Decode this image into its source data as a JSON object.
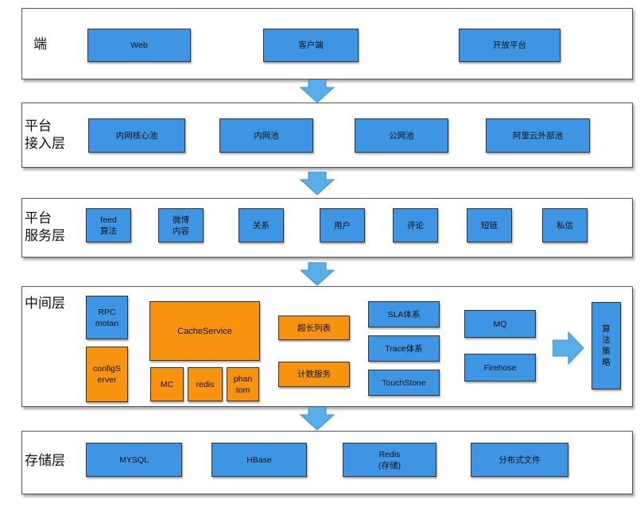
{
  "layers": [
    {
      "title": "端",
      "items": [
        "Web",
        "客户端",
        "开放平台"
      ]
    },
    {
      "title": "平台\n接入层",
      "items": [
        "内网核心池",
        "内网池",
        "公网池",
        "阿里云外部池"
      ]
    },
    {
      "title": "平台\n服务层",
      "items": [
        "feed\n算法",
        "微博\n内容",
        "关系",
        "用户",
        "评论",
        "短链",
        "私信"
      ]
    },
    {
      "title": "中间层",
      "rpc": "RPC\nmotan",
      "config": "configS\nerver",
      "cache_service": "CacheService",
      "mc": "MC",
      "redis": "redis",
      "phantom": "phan\ntom",
      "long_list": "超长列表",
      "counter": "计数服务",
      "sla": "SLA体系",
      "trace": "Trace体系",
      "touchstone": "TouchStone",
      "mq": "MQ",
      "firehose": "Firehose",
      "algo": "算\n法\n策\n略"
    },
    {
      "title": "存储层",
      "items": [
        "MYSQL",
        "HBase",
        "Redis\n(存储)",
        "分布式文件"
      ]
    }
  ],
  "colors": {
    "blue": "#3d95e3",
    "orange": "#f7930f",
    "arrow": "#5aaee8"
  }
}
